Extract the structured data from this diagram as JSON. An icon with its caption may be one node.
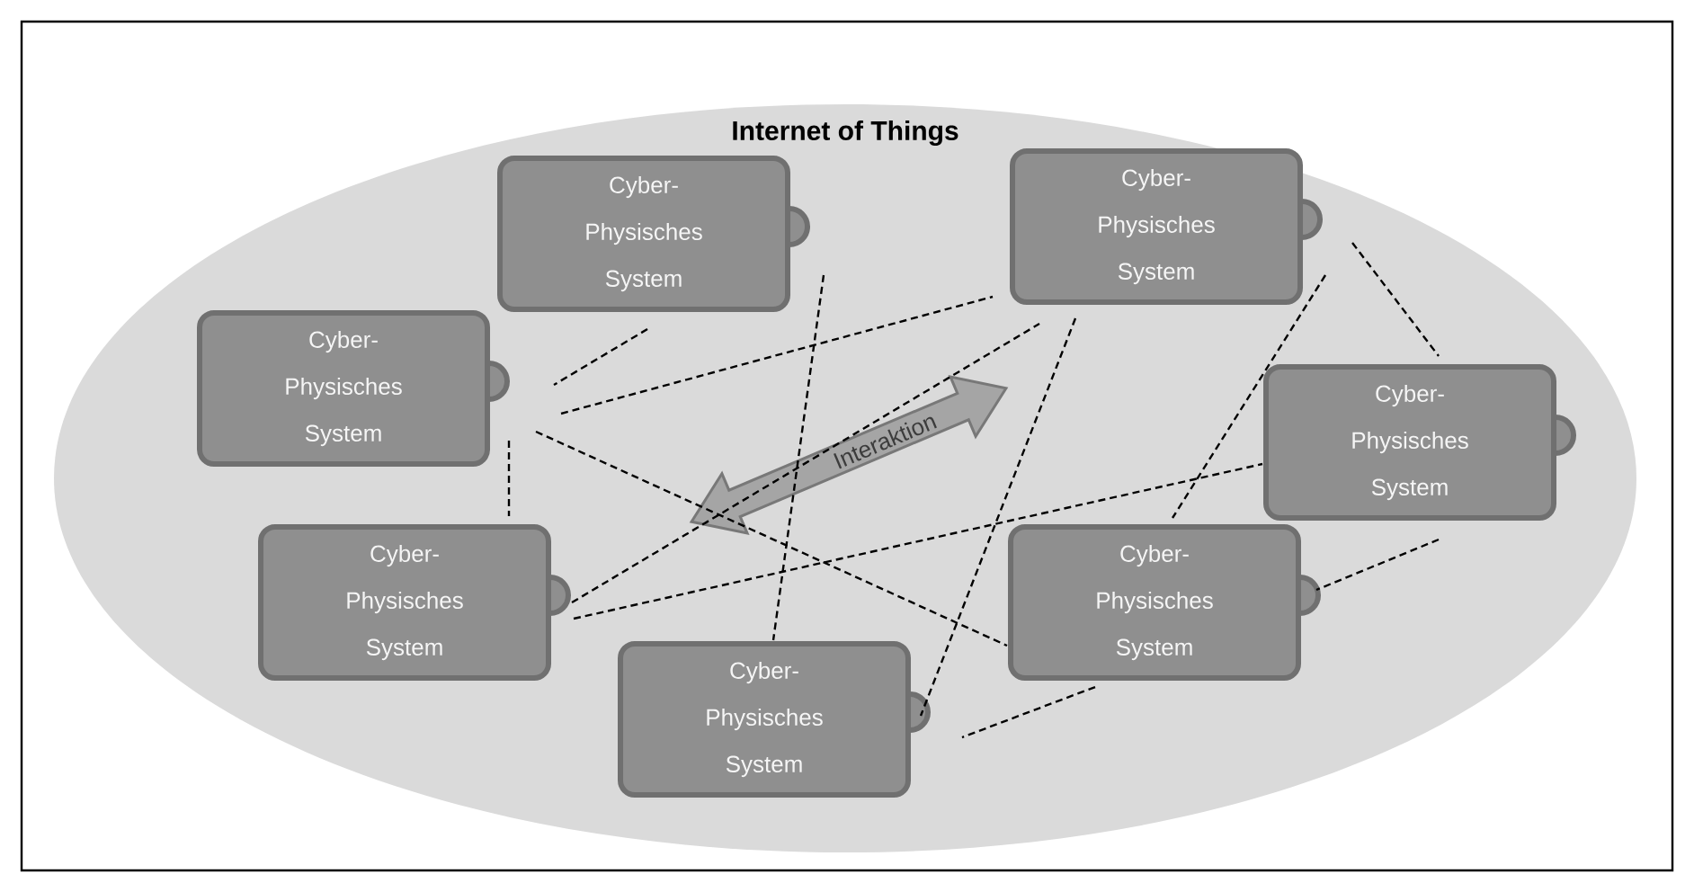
{
  "diagram": {
    "nodes": [
      {
        "text": [
          "Internet of Things"
        ]
      },
      {
        "text": [
          "Cyber- Physisches System"
        ],
        "in": 0
      },
      {
        "text": [
          "Cyber- Physisches System"
        ],
        "in": 0
      },
      {
        "text": [
          "Cyber- Physisches System"
        ],
        "in": 0
      },
      {
        "text": [
          "Cyber- Physisches System"
        ],
        "in": 0
      },
      {
        "text": [
          "Cyber- Physisches System"
        ],
        "in": 0
      },
      {
        "text": [
          "Cyber- Physisches System"
        ],
        "in": 0
      },
      {
        "text": [
          "Cyber- Physisches System"
        ],
        "in": 0
      }
    ],
    "edges": [
      {
        "from": 1,
        "to": 3,
        "arrow": "none",
        "style": "dashed"
      },
      {
        "from": 3,
        "to": 2,
        "arrow": "none",
        "style": "dashed"
      },
      {
        "from": 3,
        "to": 6,
        "arrow": "none",
        "style": "dashed"
      },
      {
        "from": 3,
        "to": 5,
        "arrow": "none",
        "style": "dashed"
      },
      {
        "from": 1,
        "to": 7,
        "arrow": "none",
        "style": "dashed"
      },
      {
        "from": 5,
        "to": 2,
        "arrow": "none",
        "style": "dashed"
      },
      {
        "from": 5,
        "to": 4,
        "arrow": "none",
        "style": "dashed"
      },
      {
        "from": 2,
        "to": 7,
        "arrow": "none",
        "style": "dashed"
      },
      {
        "from": 2,
        "to": 6,
        "arrow": "none",
        "style": "dashed"
      },
      {
        "from": 2,
        "to": 4,
        "arrow": "none",
        "style": "dashed"
      },
      {
        "from": 4,
        "to": 6,
        "arrow": "none",
        "style": "dashed"
      },
      {
        "from": 6,
        "to": 7,
        "arrow": "none",
        "style": "dashed"
      }
    ],
    "labels": [
      "Interaktion"
    ]
  }
}
